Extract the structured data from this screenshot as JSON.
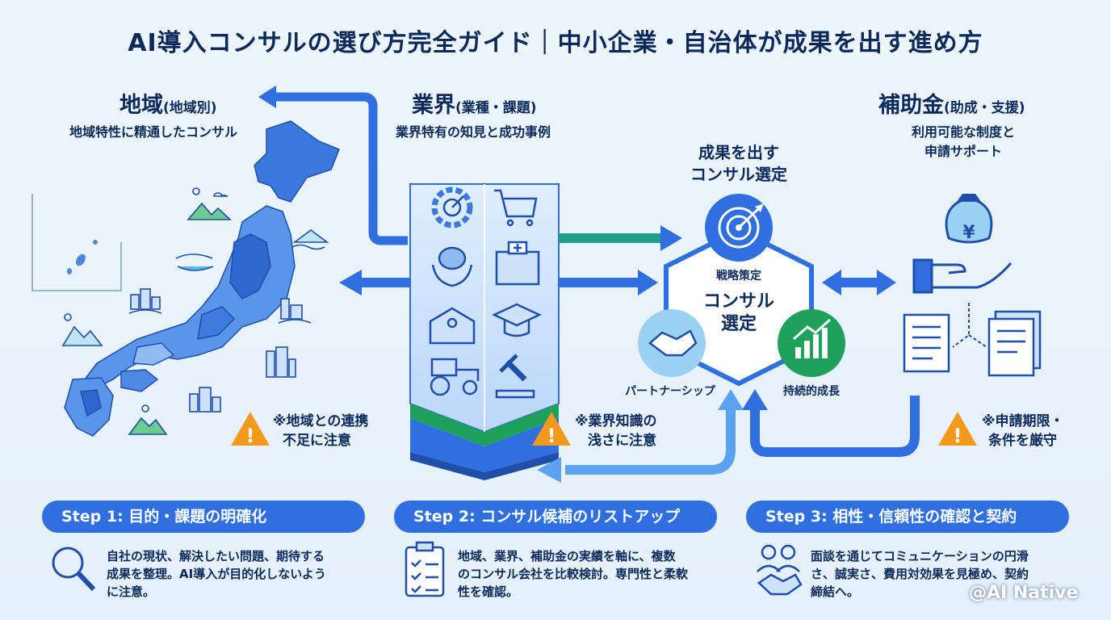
{
  "title": "AI導入コンサルの選び方完全ガイド｜中小企業・自治体が成果を出す進め方",
  "region": {
    "title": "地域",
    "subtitle": "(地域別)",
    "desc": "地域特性に精通したコンサル",
    "warning": [
      "※地域との連携",
      "不足に注意"
    ]
  },
  "industry": {
    "title": "業界",
    "subtitle": "(業種・課題)",
    "desc": "業界特有の知見と成功事例",
    "warning": [
      "※業界知識の",
      "浅さに注意"
    ],
    "icons": [
      "gear-target-icon",
      "shopping-cart-icon",
      "brain-hands-icon",
      "hospital-icon",
      "school-icon",
      "graduation-cap-icon",
      "tractor-icon",
      "gavel-icon"
    ]
  },
  "center": {
    "heading": [
      "成果を出す",
      "コンサル選定"
    ],
    "strategy": "戦略策定",
    "core": [
      "コンサル",
      "選定"
    ],
    "partnership": "パートナーシップ",
    "growth": "持続的成長"
  },
  "subsidy": {
    "title": "補助金",
    "subtitle": "(助成・支援)",
    "desc": [
      "利用可能な制度と",
      "申請サポート"
    ],
    "warning": [
      "※申請期限・",
      "条件を厳守"
    ]
  },
  "steps": [
    {
      "label": "Step 1: 目的・課題の明確化",
      "lines": [
        "自社の現状、解決したい問題、期待する",
        "成果を整理。AI導入が目的化しないよう",
        "に注意。"
      ]
    },
    {
      "label": "Step 2: コンサル候補のリストアップ",
      "lines": [
        "地域、業界、補助金の実績を軸に、複数",
        "のコンサル会社を比較検討。専門性と柔軟",
        "性を確認。"
      ]
    },
    {
      "label": "Step 3: 相性・信頼性の確認と契約",
      "lines": [
        "面談を通じてコミュニケーションの円滑",
        "さ、誠実さ、費用対効果を見極め、契約",
        "締結へ。"
      ]
    }
  ],
  "credit": "@AI Native",
  "colors": {
    "navy": "#0b2a5b",
    "blue": "#2f6fe0",
    "green": "#1fa15c",
    "teal": "#1c9e8a",
    "warning": "#f39a1e"
  }
}
